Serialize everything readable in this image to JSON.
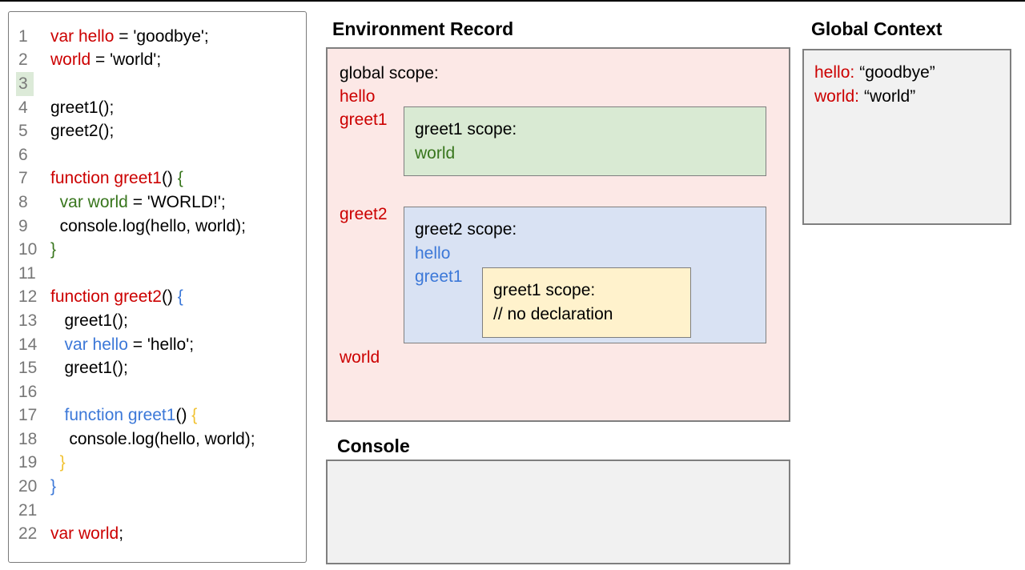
{
  "colors": {
    "red": "#cc0000",
    "green": "#38761d",
    "blue": "#3c78d8",
    "gold": "#f1c232",
    "black": "#000000",
    "line_number": "#777777",
    "pink_bg": "#fce8e6",
    "green_bg": "#d9ead3",
    "blue_bg": "#d9e2f3",
    "yellow_bg": "#fff2cc",
    "gray_bg": "#f1f1f1",
    "highlight_green": "#dcead8"
  },
  "code_panel": {
    "lines": [
      {
        "n": "1",
        "segments": [
          {
            "text": "var hello",
            "color": "red"
          },
          {
            "text": " = 'goodbye';",
            "color": "black"
          }
        ]
      },
      {
        "n": "2",
        "segments": [
          {
            "text": "world",
            "color": "red"
          },
          {
            "text": " = 'world';",
            "color": "black"
          }
        ]
      },
      {
        "n": "3",
        "highlighted": true,
        "segments": []
      },
      {
        "n": "4",
        "segments": [
          {
            "text": "greet1();",
            "color": "black"
          }
        ]
      },
      {
        "n": "5",
        "segments": [
          {
            "text": "greet2();",
            "color": "black"
          }
        ]
      },
      {
        "n": "6",
        "segments": []
      },
      {
        "n": "7",
        "segments": [
          {
            "text": "function greet1",
            "color": "red"
          },
          {
            "text": "() ",
            "color": "black"
          },
          {
            "text": "{",
            "color": "green"
          }
        ]
      },
      {
        "n": "8",
        "segments": [
          {
            "text": "  ",
            "color": "black"
          },
          {
            "text": "var world",
            "color": "green"
          },
          {
            "text": " = 'WORLD!';",
            "color": "black"
          }
        ]
      },
      {
        "n": "9",
        "segments": [
          {
            "text": "  console.log(hello, world);",
            "color": "black"
          }
        ]
      },
      {
        "n": "10",
        "segments": [
          {
            "text": "}",
            "color": "green"
          }
        ]
      },
      {
        "n": "11",
        "segments": []
      },
      {
        "n": "12",
        "segments": [
          {
            "text": "function greet2",
            "color": "red"
          },
          {
            "text": "() ",
            "color": "black"
          },
          {
            "text": "{",
            "color": "blue"
          }
        ]
      },
      {
        "n": "13",
        "segments": [
          {
            "text": "   greet1();",
            "color": "black"
          }
        ]
      },
      {
        "n": "14",
        "segments": [
          {
            "text": "   ",
            "color": "black"
          },
          {
            "text": "var hello",
            "color": "blue"
          },
          {
            "text": " = 'hello';",
            "color": "black"
          }
        ]
      },
      {
        "n": "15",
        "segments": [
          {
            "text": "   greet1();",
            "color": "black"
          }
        ]
      },
      {
        "n": "16",
        "segments": []
      },
      {
        "n": "17",
        "segments": [
          {
            "text": "   ",
            "color": "black"
          },
          {
            "text": "function greet1",
            "color": "blue"
          },
          {
            "text": "() ",
            "color": "black"
          },
          {
            "text": "{",
            "color": "gold"
          }
        ]
      },
      {
        "n": "18",
        "segments": [
          {
            "text": "    console.log(hello, world);",
            "color": "black"
          }
        ]
      },
      {
        "n": "19",
        "segments": [
          {
            "text": "  ",
            "color": "black"
          },
          {
            "text": "}",
            "color": "gold"
          }
        ]
      },
      {
        "n": "20",
        "segments": [
          {
            "text": "}",
            "color": "blue"
          }
        ]
      },
      {
        "n": "21",
        "segments": []
      },
      {
        "n": "22",
        "segments": [
          {
            "text": "var world",
            "color": "red"
          },
          {
            "text": ";",
            "color": "black"
          }
        ]
      }
    ]
  },
  "environment_record": {
    "title": "Environment Record",
    "scope_label": "global scope:",
    "var_hello": "hello",
    "var_greet1": "greet1",
    "var_greet2": "greet2",
    "var_world": "world",
    "greet1_scope": {
      "label": "greet1 scope:",
      "var_world": "world"
    },
    "greet2_scope": {
      "label": "greet2 scope:",
      "var_hello": "hello",
      "var_greet1": "greet1",
      "inner_greet1_scope": {
        "label": "greet1 scope:",
        "comment": "// no declaration"
      }
    }
  },
  "global_context": {
    "title": "Global Context",
    "entries": [
      {
        "name": "hello:",
        "value": "“goodbye”"
      },
      {
        "name": "world:",
        "value": "“world”"
      }
    ]
  },
  "console": {
    "title": "Console",
    "content": ""
  }
}
